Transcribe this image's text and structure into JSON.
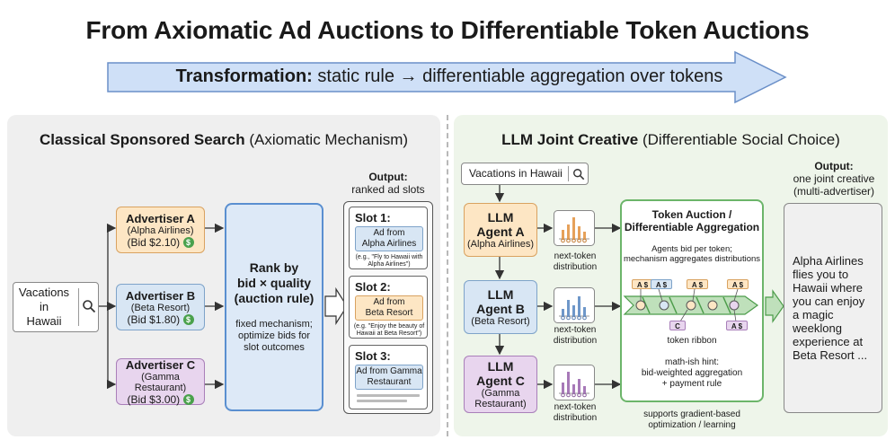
{
  "title": "From Axiomatic Ad Auctions to Differentiable Token Auctions",
  "banner": {
    "bold": "Transformation:",
    "rest": " static rule → differentiable aggregation over tokens"
  },
  "left": {
    "title_bold": "Classical Sponsored Search",
    "title_rest": " (Axiomatic Mechanism)",
    "query_lines": [
      "Vacations",
      "in",
      "Hawaii"
    ],
    "advertisers": [
      {
        "name": "Advertiser A",
        "company": "(Alpha Airlines)",
        "bid": "(Bid $2.10)"
      },
      {
        "name": "Advertiser B",
        "company": "(Beta Resort)",
        "bid": "(Bid $1.80)"
      },
      {
        "name": "Advertiser C",
        "company": "(Gamma Restaurant)",
        "bid": "(Bid $3.00)"
      }
    ],
    "rank": {
      "line1": "Rank by",
      "line2": "bid × quality",
      "line3": "(auction rule)",
      "desc1": "fixed mechanism;",
      "desc2": "optimize bids for",
      "desc3": "slot outcomes"
    },
    "output_label": "Output:",
    "output_sub": "ranked ad slots",
    "slots": [
      {
        "title": "Slot 1:",
        "ad1": "Ad from",
        "ad2": "Alpha Airlines",
        "eg1": "(e.g., \"Fly to Hawaii with",
        "eg2": "Alpha Airlines\")"
      },
      {
        "title": "Slot 2:",
        "ad1": "Ad from",
        "ad2": "Beta Resort",
        "eg1": "(e.g. \"Enjoy the beauty of",
        "eg2": "Hawaii at Beta Resort\")"
      },
      {
        "title": "Slot 3:",
        "ad1": "Ad from Gamma",
        "ad2": "Restaurant",
        "eg1": "",
        "eg2": ""
      }
    ]
  },
  "right": {
    "title_bold": "LLM Joint Creative",
    "title_rest": " (Differentiable Social Choice)",
    "query": "Vacations in Hawaii",
    "agents": [
      {
        "l1": "LLM",
        "l2": "Agent A",
        "sub1": "(Alpha Airlines)",
        "sub2": ""
      },
      {
        "l1": "LLM",
        "l2": "Agent B",
        "sub1": "(Beta Resort)",
        "sub2": ""
      },
      {
        "l1": "LLM",
        "l2": "Agent C",
        "sub1": "(Gamma",
        "sub2": "Restaurant)"
      }
    ],
    "dist_label1": "next-token",
    "dist_label2": "distribution",
    "agg": {
      "title1": "Token Auction /",
      "title2": "Differentiable Aggregation",
      "desc1": "Agents bid per token;",
      "desc2": "mechanism aggregates distributions",
      "tokens": [
        "A $",
        "A $",
        "A $",
        "A $",
        "C",
        "A $"
      ],
      "ribbon": "token ribbon",
      "hint1": "math-ish hint:",
      "hint2": "bid-weighted aggregation",
      "hint3": "+ payment rule"
    },
    "supports1": "supports gradient-based",
    "supports2": "optimization / learning",
    "output_label": "Output:",
    "output_sub1": "one joint creative",
    "output_sub2": "(multi-advertiser)",
    "creative": [
      "Alpha Airlines",
      "flies you to",
      "Hawaii where",
      "you can enjoy",
      "a magic",
      "weeklong",
      "experience at",
      "Beta Resort ..."
    ]
  },
  "colors": {
    "orange": "#fde6c4",
    "blue": "#d8e6f4",
    "purple": "#e8d5ee",
    "green": "#6cb56a",
    "dollar": "#4aa14c"
  }
}
